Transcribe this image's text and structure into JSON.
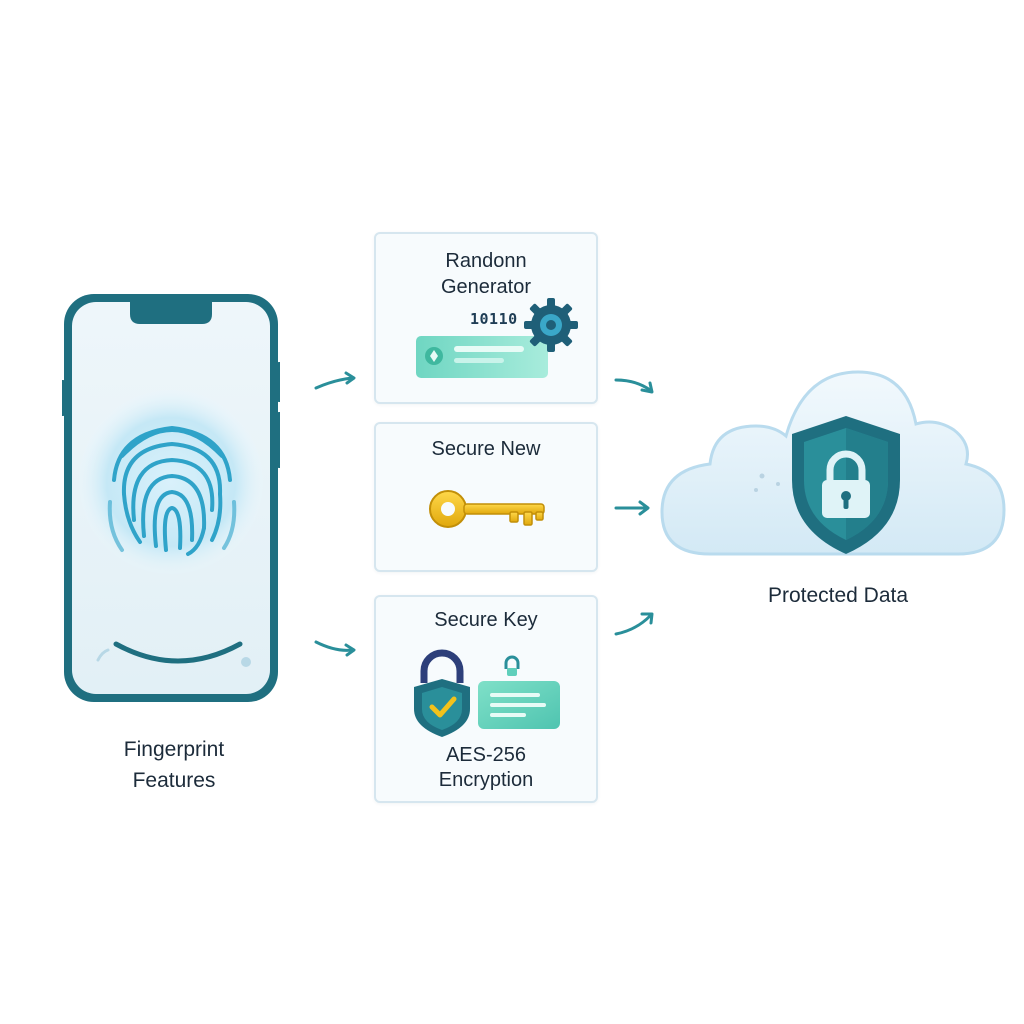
{
  "source": {
    "label_line1": "Fingerprint",
    "label_line2": "Features",
    "icons": [
      "phone-icon",
      "fingerprint-icon"
    ]
  },
  "steps": [
    {
      "id": "random-generator",
      "title_line1": "Randonn",
      "title_line2": "Generator",
      "binary": "10110",
      "icons": [
        "progress-card-icon",
        "gear-icon"
      ]
    },
    {
      "id": "secure-new",
      "title": "Secure New",
      "icons": [
        "key-icon"
      ]
    },
    {
      "id": "secure-key",
      "title": "Secure Key",
      "subtitle_line1": "AES-256",
      "subtitle_line2": "Encryption",
      "icons": [
        "padlock-shield-icon",
        "data-card-icon"
      ]
    }
  ],
  "destination": {
    "label": "Protected Data",
    "icons": [
      "cloud-icon",
      "shield-lock-icon"
    ]
  },
  "colors": {
    "primary_teal": "#1f6f80",
    "accent_teal": "#2a8f9a",
    "mint": "#7fe0c8",
    "key_gold": "#f2c21b",
    "card_border": "#d6e6ef",
    "text": "#1c2b3a"
  }
}
